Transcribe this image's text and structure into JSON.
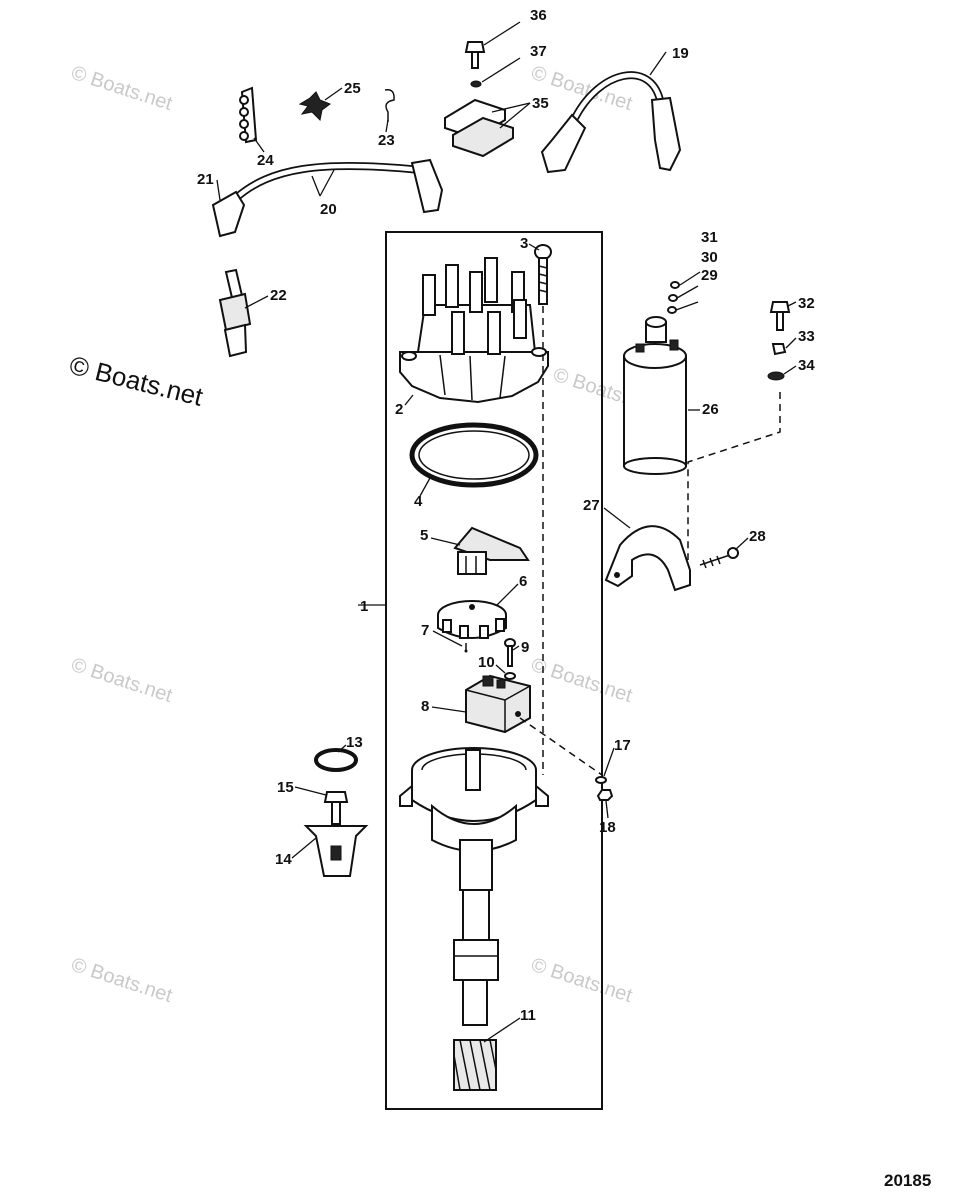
{
  "watermarks": {
    "main": "© Boats.net",
    "faint": "© Boats.net"
  },
  "figure_number": "20185",
  "callouts": {
    "c1": "1",
    "c2": "2",
    "c3": "3",
    "c4": "4",
    "c5": "5",
    "c6": "6",
    "c7": "7",
    "c8": "8",
    "c9": "9",
    "c10": "10",
    "c11": "11",
    "c13": "13",
    "c14": "14",
    "c15": "15",
    "c17": "17",
    "c18": "18",
    "c19": "19",
    "c20": "20",
    "c21": "21",
    "c22": "22",
    "c23": "23",
    "c24": "24",
    "c25": "25",
    "c26": "26",
    "c27": "27",
    "c28": "28",
    "c29": "29",
    "c30": "30",
    "c31": "31",
    "c32": "32",
    "c33": "33",
    "c34": "34",
    "c35": "35",
    "c36": "36",
    "c37": "37"
  }
}
